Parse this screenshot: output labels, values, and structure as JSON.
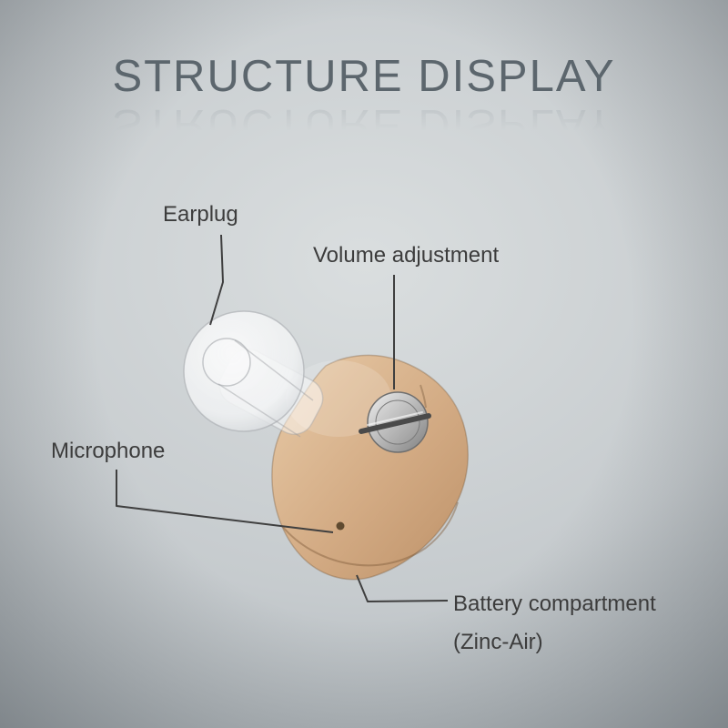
{
  "title": "STRUCTURE DISPLAY",
  "labels": {
    "earplug": "Earplug",
    "volume": "Volume adjustment",
    "microphone": "Microphone",
    "battery_line1": "Battery compartment",
    "battery_line2": "(Zinc-Air)"
  },
  "figure": {
    "subject": "in-ear hearing aid",
    "parts": [
      "earplug dome",
      "volume adjustment dial",
      "microphone hole",
      "battery compartment (zinc-air)"
    ]
  },
  "colors": {
    "background_center": "#dadedf",
    "background_edge": "#99a1a6",
    "title_text": "#5c666d",
    "label_text": "#3c3c3c",
    "pointer_line": "#3f3f3f",
    "body_light": "#e8cba8",
    "body_mid": "#d3ab84",
    "body_dark": "#bd9168",
    "dial_light": "#f0f0f0",
    "dial_dark": "#808080",
    "earplug_white": "#f7f8f9",
    "mic_hole": "#5f4a30"
  }
}
